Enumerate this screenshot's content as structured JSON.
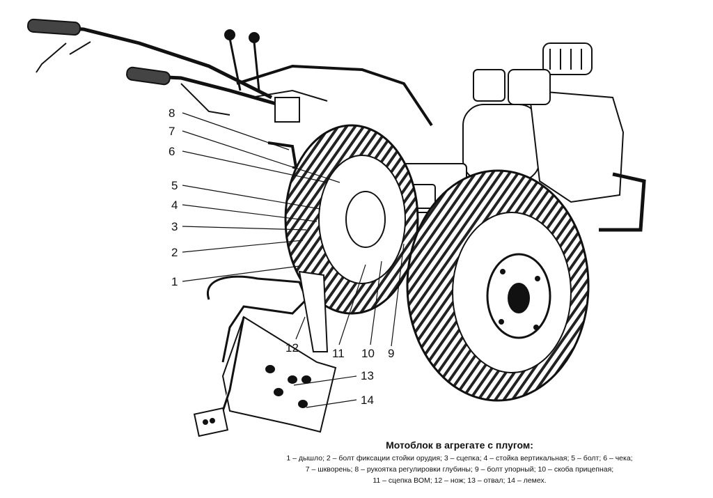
{
  "callouts": [
    "1",
    "2",
    "3",
    "4",
    "5",
    "6",
    "7",
    "8",
    "9",
    "10",
    "11",
    "12",
    "13",
    "14"
  ],
  "caption": {
    "title": "Мотоблок в агрегате с плугом:",
    "line1": "1 – дышло; 2 – болт фиксации стойки орудия; 3 – сцепка; 4 – стойка вертикальная; 5 – болт; 6 – чека;",
    "line2": "7 – шкворень; 8 – рукоятка регулировки глубины; 9 – болт упорный; 10 – скоба прицепная;",
    "line3": "11 – сцепка ВОМ; 12 – нож; 13 – отвал; 14 – лемех."
  }
}
